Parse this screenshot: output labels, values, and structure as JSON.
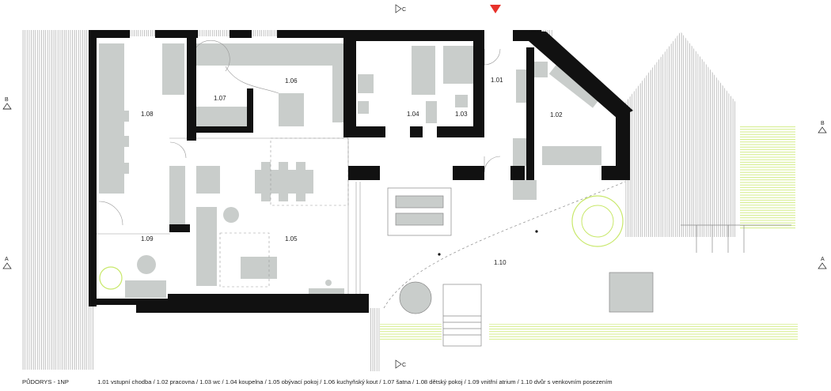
{
  "rooms": [
    {
      "id": "1.01",
      "label": "1.01"
    },
    {
      "id": "1.02",
      "label": "1.02"
    },
    {
      "id": "1.03",
      "label": "1.03"
    },
    {
      "id": "1.04",
      "label": "1.04"
    },
    {
      "id": "1.05",
      "label": "1.05"
    },
    {
      "id": "1.06",
      "label": "1.06"
    },
    {
      "id": "1.07",
      "label": "1.07"
    },
    {
      "id": "1.08",
      "label": "1.08"
    },
    {
      "id": "1.09",
      "label": "1.09"
    },
    {
      "id": "1.10",
      "label": "1.10"
    }
  ],
  "section_markers": {
    "left_A": "A",
    "right_A": "A",
    "left_B": "B",
    "right_B": "B",
    "top_C": "C",
    "bottom_C": "C"
  },
  "caption": {
    "title": "PŮDORYS - 1NP",
    "legend": "1.01 vstupní chodba / 1.02 pracovna / 1.03 wc / 1.04 koupelna / 1.05 obývací pokoj / 1.06 kuchyňský kout / 1.07 šatna / 1.08 dětský pokoj / 1.09 vnitřní atrium / 1.10 dvůr s venkovním posezením"
  },
  "colors": {
    "wall": "#111111",
    "furniture": "#c9cdcb",
    "greenery": "#c8e86a",
    "entrance_marker": "#e8322b",
    "line": "#888888"
  }
}
